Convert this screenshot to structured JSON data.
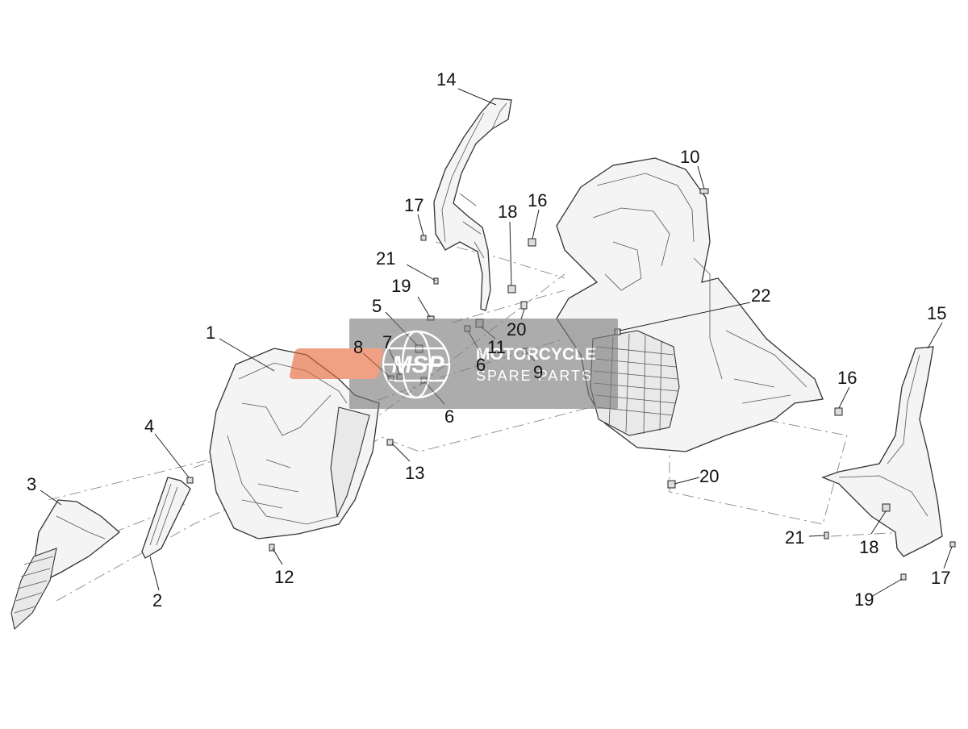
{
  "labels": [
    {
      "id": "1",
      "text": "1"
    },
    {
      "id": "2",
      "text": "2"
    },
    {
      "id": "3",
      "text": "3"
    },
    {
      "id": "4",
      "text": "4"
    },
    {
      "id": "5",
      "text": "5"
    },
    {
      "id": "6a",
      "text": "6"
    },
    {
      "id": "6b",
      "text": "6"
    },
    {
      "id": "7",
      "text": "7"
    },
    {
      "id": "8",
      "text": "8"
    },
    {
      "id": "9",
      "text": "9"
    },
    {
      "id": "10",
      "text": "10"
    },
    {
      "id": "11",
      "text": "11"
    },
    {
      "id": "12",
      "text": "12"
    },
    {
      "id": "13",
      "text": "13"
    },
    {
      "id": "14",
      "text": "14"
    },
    {
      "id": "15",
      "text": "15"
    },
    {
      "id": "16a",
      "text": "16"
    },
    {
      "id": "16b",
      "text": "16"
    },
    {
      "id": "17a",
      "text": "17"
    },
    {
      "id": "17b",
      "text": "17"
    },
    {
      "id": "18a",
      "text": "18"
    },
    {
      "id": "18b",
      "text": "18"
    },
    {
      "id": "19a",
      "text": "19"
    },
    {
      "id": "19b",
      "text": "19"
    },
    {
      "id": "20a",
      "text": "20"
    },
    {
      "id": "20b",
      "text": "20"
    },
    {
      "id": "21a",
      "text": "21"
    },
    {
      "id": "21b",
      "text": "21"
    },
    {
      "id": "22",
      "text": "22"
    }
  ],
  "watermark": {
    "badge": "MSP",
    "line1": "MOTORCYCLE",
    "line2": "SPARE PARTS"
  },
  "colors": {
    "watermark_bg": "#7a7a7a",
    "watermark_accent": "#e8693a"
  }
}
